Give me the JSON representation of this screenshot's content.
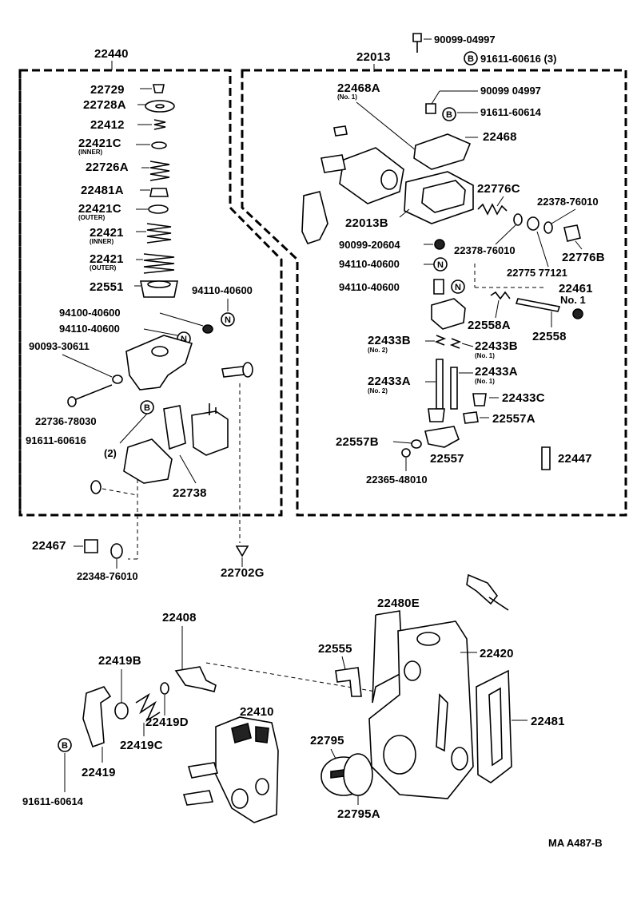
{
  "diagram_code": "MA  A487-B",
  "group_left": "22440",
  "group_right": "22013",
  "left_parts": [
    {
      "id": "22729",
      "sub": ""
    },
    {
      "id": "22728A",
      "sub": ""
    },
    {
      "id": "22412",
      "sub": ""
    },
    {
      "id": "22421C",
      "sub": "(INNER)"
    },
    {
      "id": "22726A",
      "sub": ""
    },
    {
      "id": "22481A",
      "sub": ""
    },
    {
      "id": "22421C",
      "sub": "(OUTER)"
    },
    {
      "id": "22421",
      "sub": "(INNER)"
    },
    {
      "id": "22421",
      "sub": "(OUTER)"
    },
    {
      "id": "22551",
      "sub": ""
    }
  ],
  "left_misc": {
    "p94110a": "94110-40600",
    "p94100": "94100-40600",
    "p94110b": "94110-40600",
    "p90093": "90093-30611",
    "p22736": "22736-78030",
    "p91611a": "91611-60616",
    "p91611a_qty": "(2)",
    "p22738": "22738",
    "p22467": "22467",
    "p22348": "22348-76010",
    "p22702G": "22702G"
  },
  "right_parts": {
    "p90099a": "90099-04997",
    "p91611b": "91611-60616 (3)",
    "p22468A": "22468A",
    "p22468A_sub": "(No. 1)",
    "p90099b": "90099 04997",
    "p91611c": "91611-60614",
    "p22468": "22468",
    "p22776C": "22776C",
    "p22378a": "22378-76010",
    "p22013B": "22013B",
    "p90099c": "90099-20604",
    "p22378b": "22378-76010",
    "p22776B": "22776B",
    "p94110c": "94110-40600",
    "p22775": "22775  77121",
    "p94110d": "94110-40600",
    "p22461": "22461",
    "p22461_sub": "No. 1",
    "p22558A": "22558A",
    "p22558": "22558",
    "p22433B_l": "22433B",
    "p22433B_l_sub": "(No. 2)",
    "p22433B_r": "22433B",
    "p22433B_r_sub": "(No. 1)",
    "p22433A_l": "22433A",
    "p22433A_l_sub": "(No. 2)",
    "p22433A_r": "22433A",
    "p22433A_r_sub": "(No. 1)",
    "p22433C": "22433C",
    "p22557A": "22557A",
    "p22557B": "22557B",
    "p22557": "22557",
    "p22447": "22447",
    "p22365": "22365-48010"
  },
  "bottom_parts": {
    "p22408": "22408",
    "p22480E": "22480E",
    "p22419B": "22419B",
    "p22555": "22555",
    "p22420": "22420",
    "p22419D": "22419D",
    "p22410": "22410",
    "p22481": "22481",
    "p22419C": "22419C",
    "p22795": "22795",
    "p22419": "22419",
    "p91611d": "91611-60614",
    "p22795A": "22795A"
  },
  "markers": {
    "bolt": "B",
    "nut": "N"
  }
}
